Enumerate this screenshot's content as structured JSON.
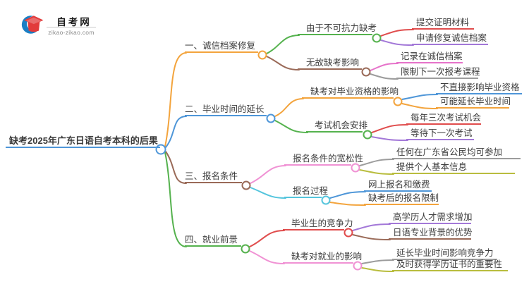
{
  "logo": {
    "site_name": "自考网",
    "site_domain": "zikao-zikao.com"
  },
  "colors": {
    "blue": "#4e96d8",
    "orange": "#f3a43d",
    "brown": "#9a6a58",
    "green": "#55b24e",
    "red": "#e04c4c",
    "purple": "#a378d8",
    "magenta": "#e673ca",
    "gray": "#9c9c9c",
    "cyan": "#55c5dd",
    "olive": "#b9bd3e",
    "pink": "#f092d4",
    "text": "#3d3d3d"
  },
  "mindmap": {
    "root": {
      "label": "缺考2025年广东日语自考本科的后果",
      "color": "#4e96d8"
    },
    "branches": [
      {
        "label": "一、诚信档案修复",
        "color": "#f3a43d",
        "children": [
          {
            "label": "由于不可抗力缺考",
            "color": "#55b24e",
            "children": [
              {
                "label": "提交证明材料",
                "color": "#e04c4c"
              },
              {
                "label": "申请修复诚信档案",
                "color": "#a378d8"
              }
            ]
          },
          {
            "label": "无故缺考影响",
            "color": "#9a6a58",
            "children": [
              {
                "label": "记录在诚信档案",
                "color": "#e673ca"
              },
              {
                "label": "限制下一次报考课程",
                "color": "#9c9c9c"
              }
            ]
          }
        ]
      },
      {
        "label": "二、毕业时间的延长",
        "color": "#4e96d8",
        "children": [
          {
            "label": "缺考对毕业资格的影响",
            "color": "#f3a43d",
            "children": [
              {
                "label": "不直接影响毕业资格",
                "color": "#4e96d8"
              },
              {
                "label": "可能延长毕业时间",
                "color": "#f3a43d"
              }
            ]
          },
          {
            "label": "考试机会安排",
            "color": "#55b24e",
            "children": [
              {
                "label": "每年三次考试机会",
                "color": "#e04c4c"
              },
              {
                "label": "等待下一次考试",
                "color": "#a378d8"
              }
            ]
          }
        ]
      },
      {
        "label": "三、报名条件",
        "color": "#9a6a58",
        "children": [
          {
            "label": "报名条件的宽松性",
            "color": "#f092d4",
            "children": [
              {
                "label": "任何在广东省公民均可参加",
                "color": "#9c9c9c"
              },
              {
                "label": "提供个人基本信息",
                "color": "#b9bd3e"
              }
            ]
          },
          {
            "label": "报名过程",
            "color": "#55c5dd",
            "children": [
              {
                "label": "网上报名和缴费",
                "color": "#4e96d8"
              },
              {
                "label": "缺考后的报名限制",
                "color": "#f3a43d"
              }
            ]
          }
        ]
      },
      {
        "label": "四、就业前景",
        "color": "#55b24e",
        "children": [
          {
            "label": "毕业生的竞争力",
            "color": "#e04c4c",
            "children": [
              {
                "label": "高学历人才需求增加",
                "color": "#a378d8"
              },
              {
                "label": "日语专业背景的优势",
                "color": "#9a6a58"
              }
            ]
          },
          {
            "label": "缺考对就业的影响",
            "color": "#f092d4",
            "children": [
              {
                "label": "延长毕业时间影响竞争力",
                "color": "#9c9c9c"
              },
              {
                "label": "及时获得学历证书的重要性",
                "color": "#b9bd3e"
              }
            ]
          }
        ]
      }
    ]
  }
}
